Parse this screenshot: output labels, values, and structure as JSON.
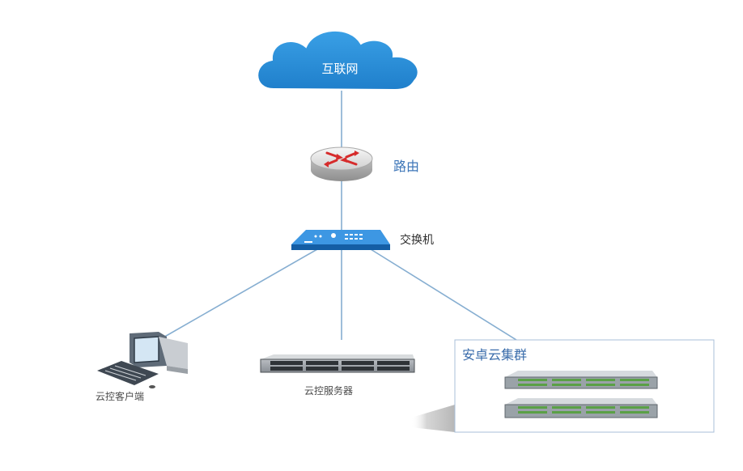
{
  "nodes": {
    "internet": {
      "label": "互联网"
    },
    "router": {
      "label": "路由"
    },
    "switch": {
      "label": "交换机"
    },
    "client": {
      "label": "云控客户端"
    },
    "server": {
      "label": "云控服务器"
    },
    "cluster": {
      "label": "安卓云集群"
    }
  },
  "colors": {
    "cloud": "#2f95dd",
    "link": "#86aed1",
    "switch": "#1d79c9",
    "cluster_border": "#a8bfd8"
  }
}
